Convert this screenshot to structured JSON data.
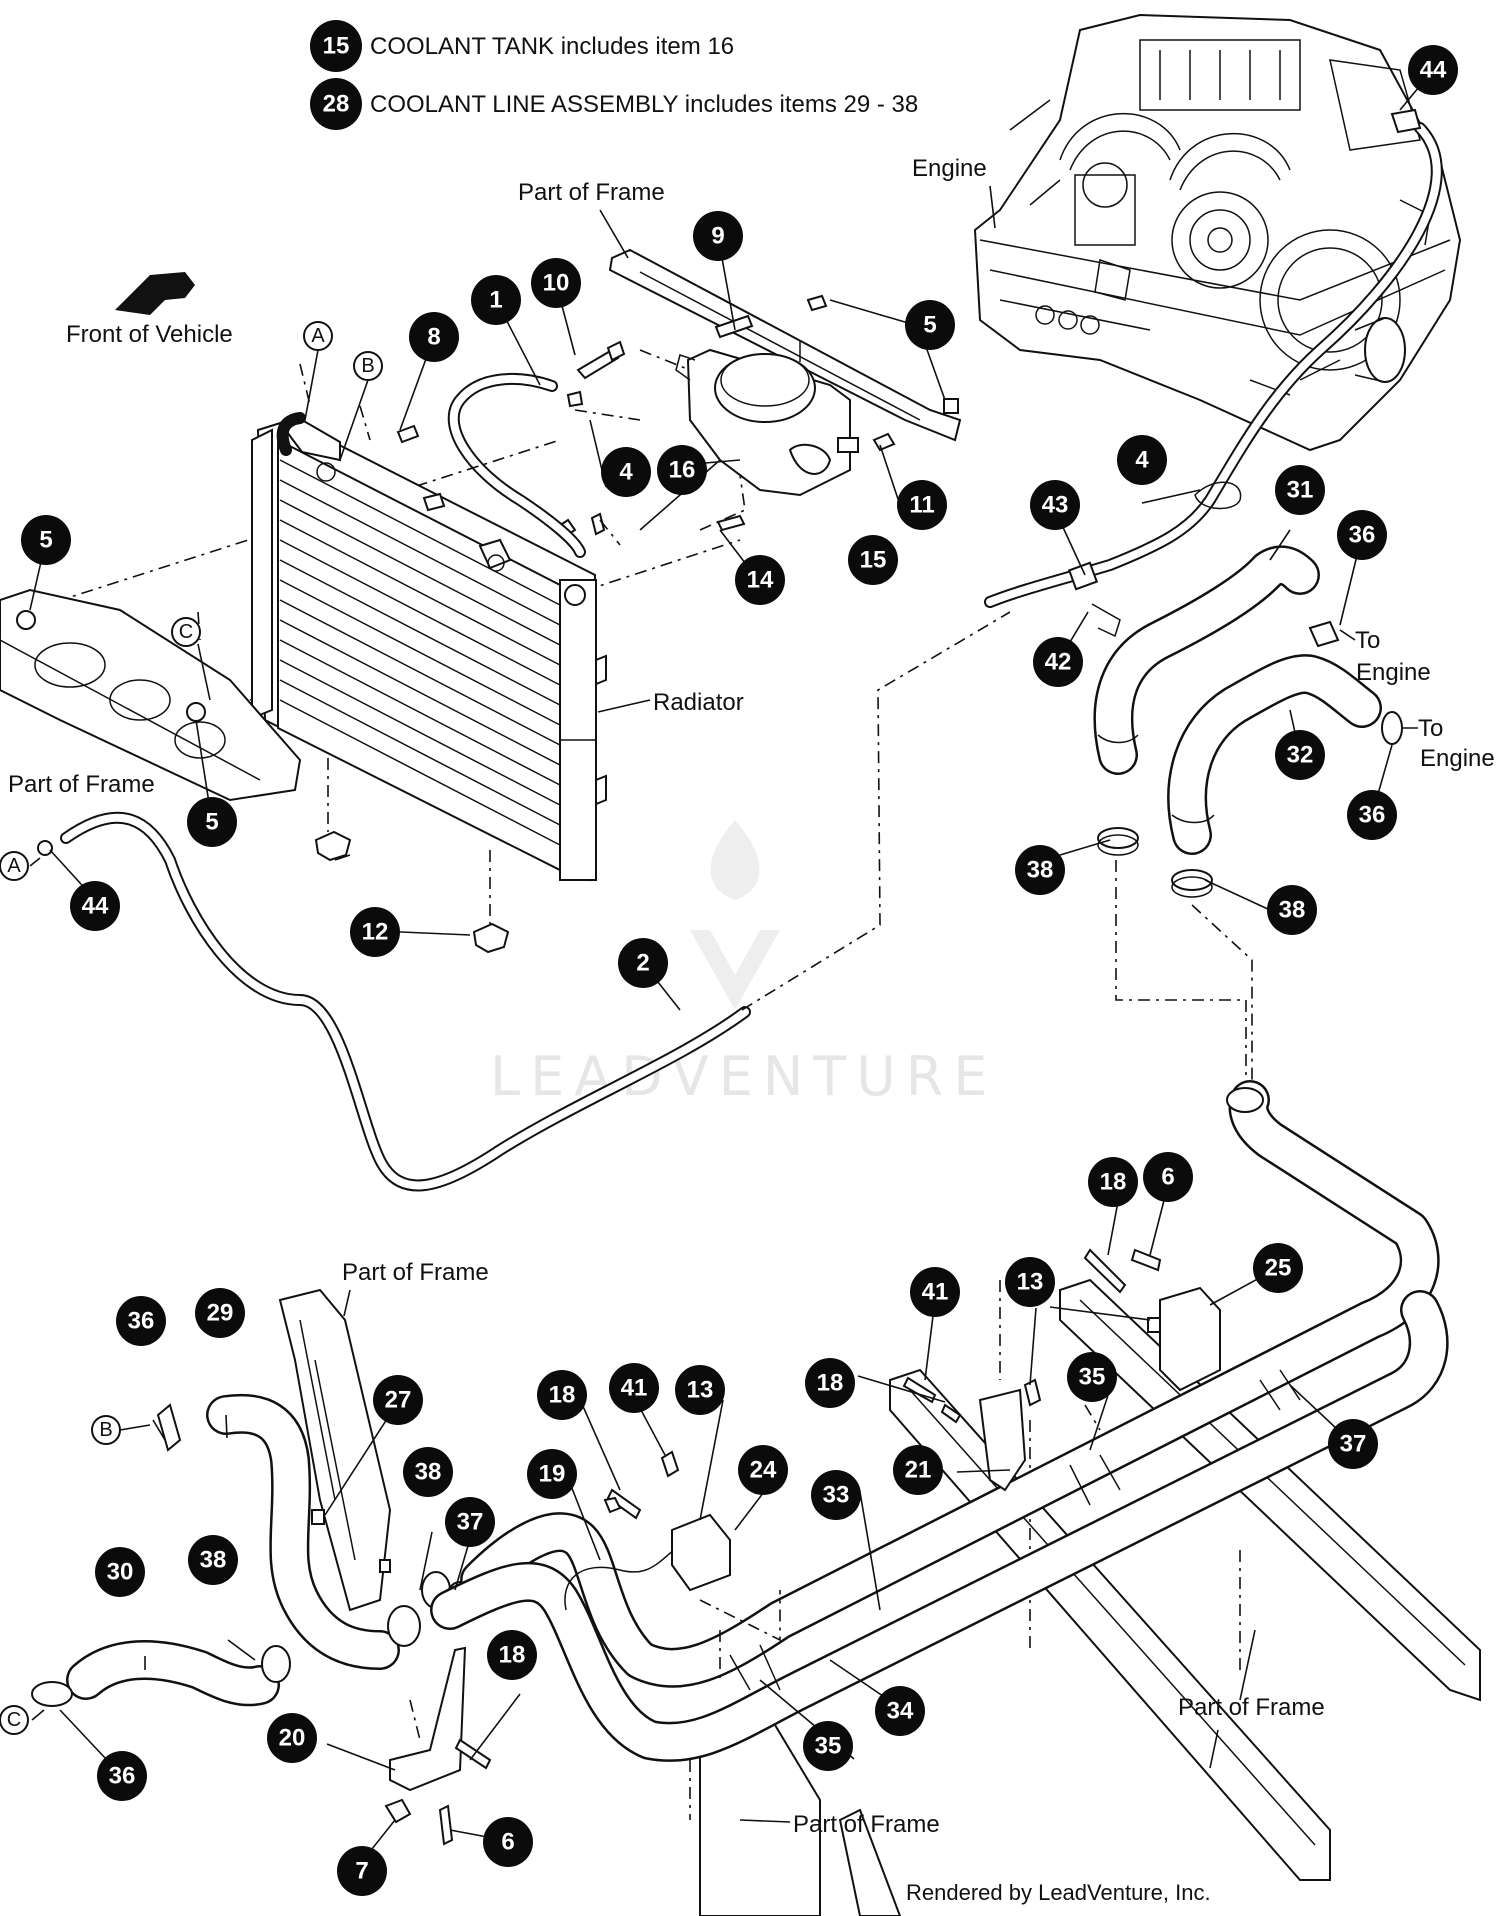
{
  "notes": [
    {
      "num": "15",
      "text": "COOLANT TANK includes item 16"
    },
    {
      "num": "28",
      "text": "COOLANT LINE ASSEMBLY includes items 29 - 38"
    }
  ],
  "labels": {
    "engine": "Engine",
    "part_of_frame": "Part of Frame",
    "front_of_vehicle": "Front of Vehicle",
    "radiator": "Radiator",
    "to_engine_line1": "To",
    "to_engine_line2": "Engine"
  },
  "ref_letters": [
    "A",
    "B",
    "C"
  ],
  "callouts": [
    "44",
    "9",
    "10",
    "1",
    "8",
    "5",
    "4",
    "16",
    "15",
    "11",
    "14",
    "43",
    "31",
    "36",
    "42",
    "32",
    "38",
    "12",
    "2",
    "18",
    "6",
    "25",
    "13",
    "41",
    "35",
    "37",
    "21",
    "24",
    "33",
    "19",
    "27",
    "29",
    "30",
    "20",
    "7",
    "34"
  ],
  "watermark": "LEADVENTURE",
  "credit": "Rendered by LeadVenture, Inc.",
  "colors": {
    "ink": "#111111",
    "paper": "#ffffff",
    "callout_fill": "#0b0b0b",
    "watermark": "#e6e6e6"
  }
}
